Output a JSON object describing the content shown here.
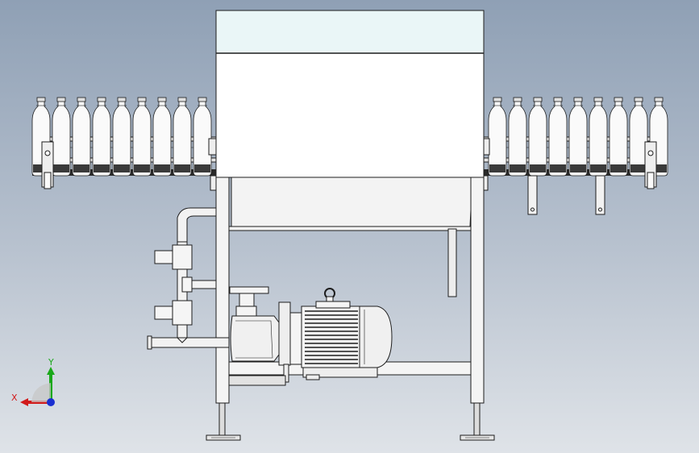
{
  "colors": {
    "background_top": "#8fa0b5",
    "background_bottom": "#dfe3e8",
    "cabinet_top_panel": "#eaf6f7",
    "metal_light": "#f2f2f2",
    "bottle": "#fafafa",
    "line": "#1d1d1d",
    "axis_x": "#d11a1a",
    "axis_y": "#1aa81a",
    "axis_z": "#1a2fd1"
  },
  "triad": {
    "x_label": "X",
    "y_label": "Y"
  },
  "conveyor": {
    "left_bottle_count": 9,
    "right_bottle_count": 9
  }
}
